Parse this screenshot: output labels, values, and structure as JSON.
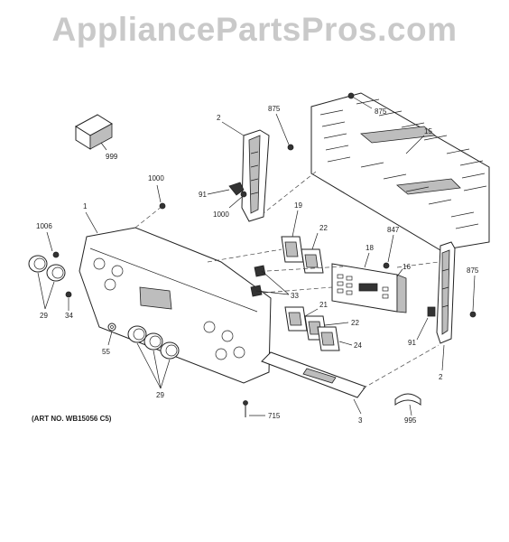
{
  "watermark": "AppliancePartsPros.com",
  "art_number": "(ART NO. WB15056 C5)",
  "callouts": {
    "c999": "999",
    "c1000a": "1000",
    "c1": "1",
    "c1006": "1006",
    "c29a": "29",
    "c34": "34",
    "c55": "55",
    "c29b": "29",
    "c715": "715",
    "c3": "3",
    "c2a": "2",
    "c875a": "875",
    "c91a": "91",
    "c1000b": "1000",
    "c875b": "875",
    "c15": "15",
    "c19": "19",
    "c22a": "22",
    "c33": "33",
    "c21": "21",
    "c22b": "22",
    "c24": "24",
    "c18": "18",
    "c847": "847",
    "c16": "16",
    "c875c": "875",
    "c91b": "91",
    "c2b": "2",
    "c995": "995"
  }
}
